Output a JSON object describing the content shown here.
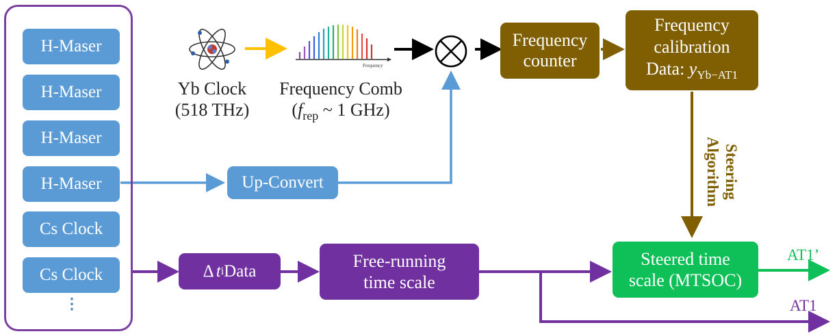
{
  "clocks": [
    {
      "label": "H-Maser"
    },
    {
      "label": "H-Maser"
    },
    {
      "label": "H-Maser"
    },
    {
      "label": "H-Maser"
    },
    {
      "label": "Cs Clock"
    },
    {
      "label": "Cs Clock"
    }
  ],
  "clocks_more": "⋮",
  "yb_clock": {
    "name": "Yb Clock",
    "freq": "(518 THz)"
  },
  "comb": {
    "name": "Frequency Comb",
    "axis_label": "Frequency",
    "frep_prefix": "(",
    "frep_symbol": "f",
    "frep_sub": "rep",
    "frep_suffix": " ~ 1 GHz)"
  },
  "mixer_symbol": "⊗",
  "freq_counter": {
    "line1": "Frequency",
    "line2": "counter"
  },
  "freq_cal": {
    "line1": "Frequency",
    "line2": "calibration",
    "data_prefix": "Data: ",
    "y": "y",
    "y_sub": "Yb−AT1"
  },
  "steering": {
    "line1": "Steering",
    "line2": "Algorithm"
  },
  "up_convert": "Up-Convert",
  "delta_t": {
    "delta": "Δ",
    "t": "t",
    "sub": "i",
    "suffix": " Data"
  },
  "free_running": {
    "line1": "Free-running",
    "line2": "time scale"
  },
  "steered": {
    "line1": "Steered time",
    "line2": "scale (MTSOC)"
  },
  "outputs": {
    "at1_prime": "AT1’",
    "at1": "AT1"
  },
  "colors": {
    "purple": "#7030a0",
    "blue": "#5b9bd5",
    "brown": "#7f5f01",
    "green": "#0fbf57",
    "orange": "#ffc000",
    "black": "#000000"
  }
}
